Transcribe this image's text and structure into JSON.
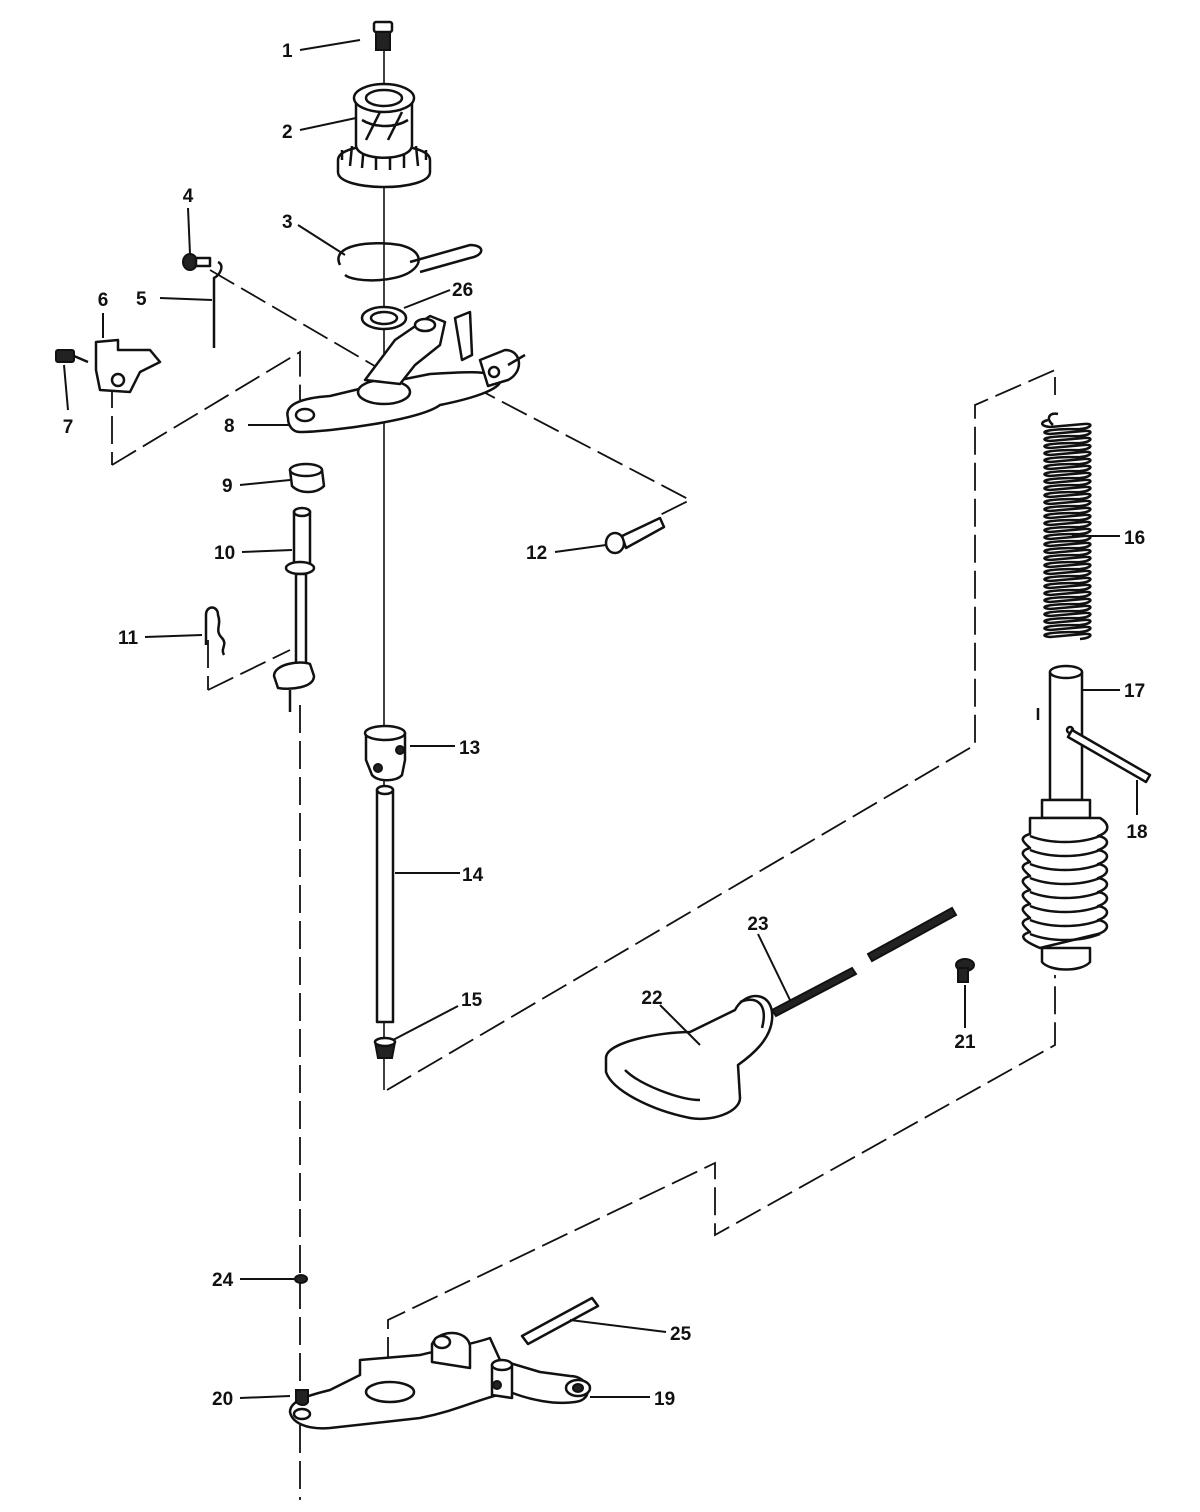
{
  "callouts": [
    "1",
    "2",
    "3",
    "4",
    "5",
    "6",
    "7",
    "8",
    "9",
    "10",
    "11",
    "12",
    "13",
    "14",
    "15",
    "16",
    "17",
    "18",
    "19",
    "20",
    "21",
    "22",
    "23",
    "24",
    "25",
    "26"
  ]
}
